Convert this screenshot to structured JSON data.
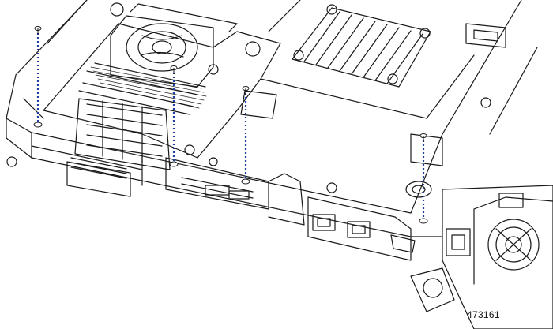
{
  "figure": {
    "id_label": "473161",
    "line_color": "#1a1a1a",
    "screw_guide_color": "#1f3fa0"
  },
  "screws": [
    {
      "name": "screw-1"
    },
    {
      "name": "screw-2"
    },
    {
      "name": "screw-3"
    },
    {
      "name": "screw-4"
    }
  ],
  "icons": [
    "screw-icon",
    "fan-icon",
    "heatsink-icon",
    "power-supply-icon",
    "ethernet-port-icon",
    "usb-port-icon",
    "vga-port-icon"
  ]
}
